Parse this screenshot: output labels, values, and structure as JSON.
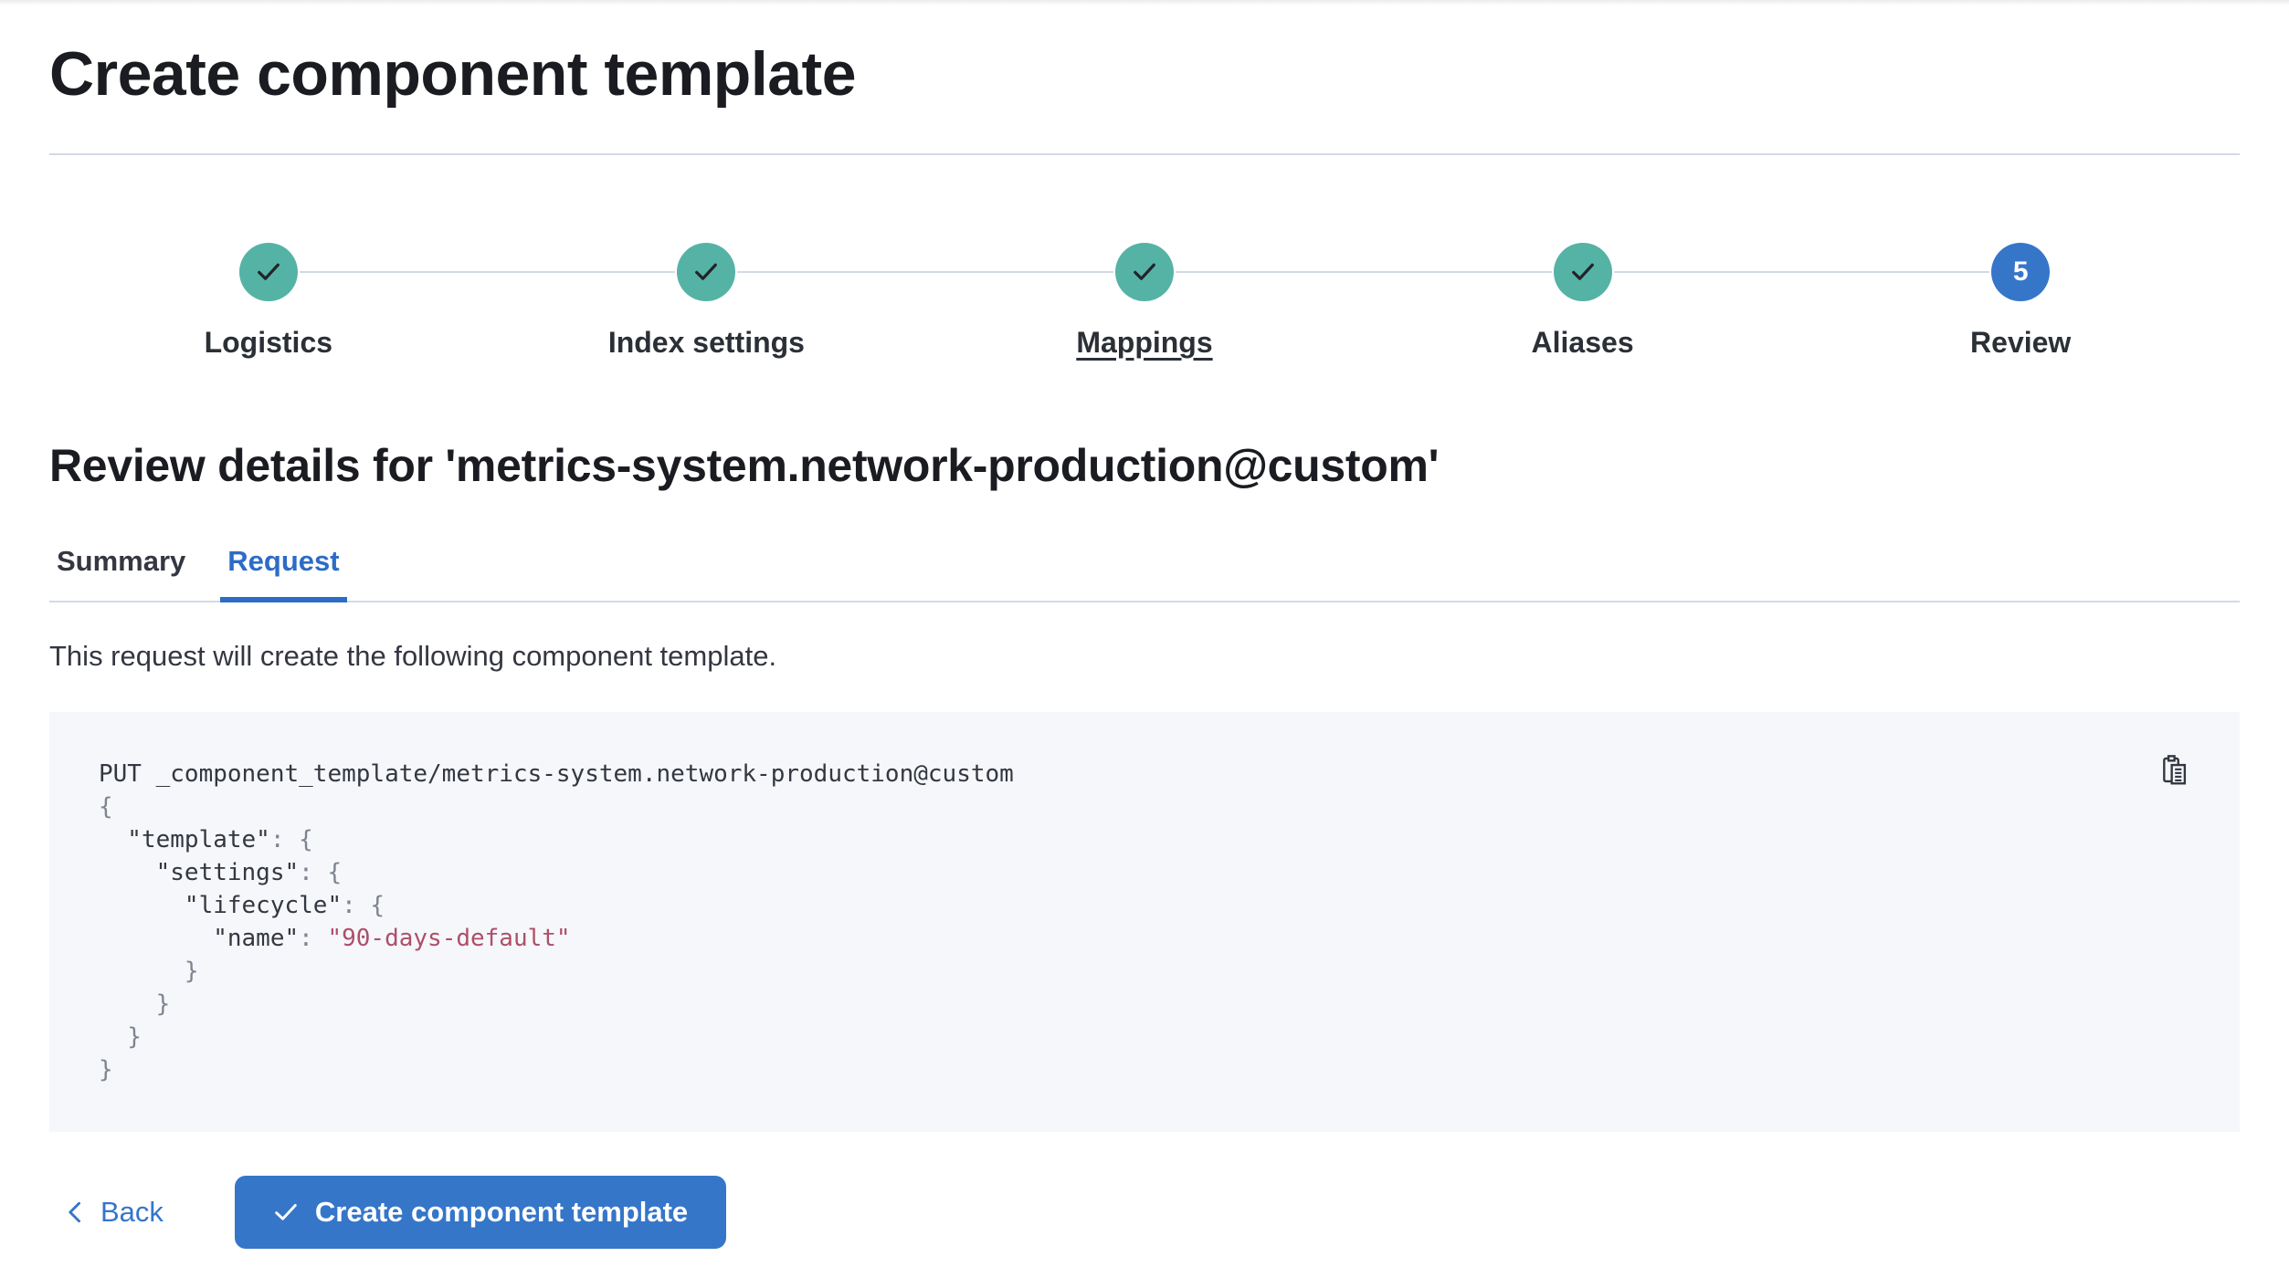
{
  "page": {
    "title": "Create component template"
  },
  "stepper": {
    "steps": [
      {
        "label": "Logistics",
        "state": "complete"
      },
      {
        "label": "Index settings",
        "state": "complete"
      },
      {
        "label": "Mappings",
        "state": "complete",
        "underlined": true
      },
      {
        "label": "Aliases",
        "state": "complete"
      },
      {
        "label": "Review",
        "state": "current",
        "number": "5"
      }
    ]
  },
  "review": {
    "heading": "Review details for 'metrics-system.network-production@custom'"
  },
  "tabs": {
    "items": [
      {
        "label": "Summary",
        "active": false
      },
      {
        "label": "Request",
        "active": true
      }
    ]
  },
  "request_panel": {
    "intro": "This request will create the following component template."
  },
  "code": {
    "lines": [
      {
        "segments": [
          {
            "t": "PUT _component_template/metrics-system.network-production@custom"
          }
        ]
      },
      {
        "segments": [
          {
            "t": "{"
          }
        ]
      },
      {
        "segments": [
          {
            "t": "  \"template\""
          },
          {
            "t": ": {"
          }
        ]
      },
      {
        "segments": [
          {
            "t": "    \"settings\""
          },
          {
            "t": ": {"
          }
        ]
      },
      {
        "segments": [
          {
            "t": "      \"lifecycle\""
          },
          {
            "t": ": {"
          }
        ]
      },
      {
        "segments": [
          {
            "t": "        \"name\""
          },
          {
            "t": ": "
          },
          {
            "t": "\"90-days-default\""
          }
        ]
      },
      {
        "segments": [
          {
            "t": "      }"
          }
        ]
      },
      {
        "segments": [
          {
            "t": "    }"
          }
        ]
      },
      {
        "segments": [
          {
            "t": "  }"
          }
        ]
      },
      {
        "segments": [
          {
            "t": "}"
          }
        ]
      }
    ]
  },
  "footer": {
    "back_label": "Back",
    "submit_label": "Create component template"
  },
  "colors": {
    "accent_blue": "#3576c9",
    "tab_blue": "#2c6cc6",
    "success_teal": "#55b3a5",
    "code_background": "#f5f7fa",
    "code_string": "#ae4f68",
    "border_gray": "#d3dae6",
    "text_dark": "#343741"
  }
}
